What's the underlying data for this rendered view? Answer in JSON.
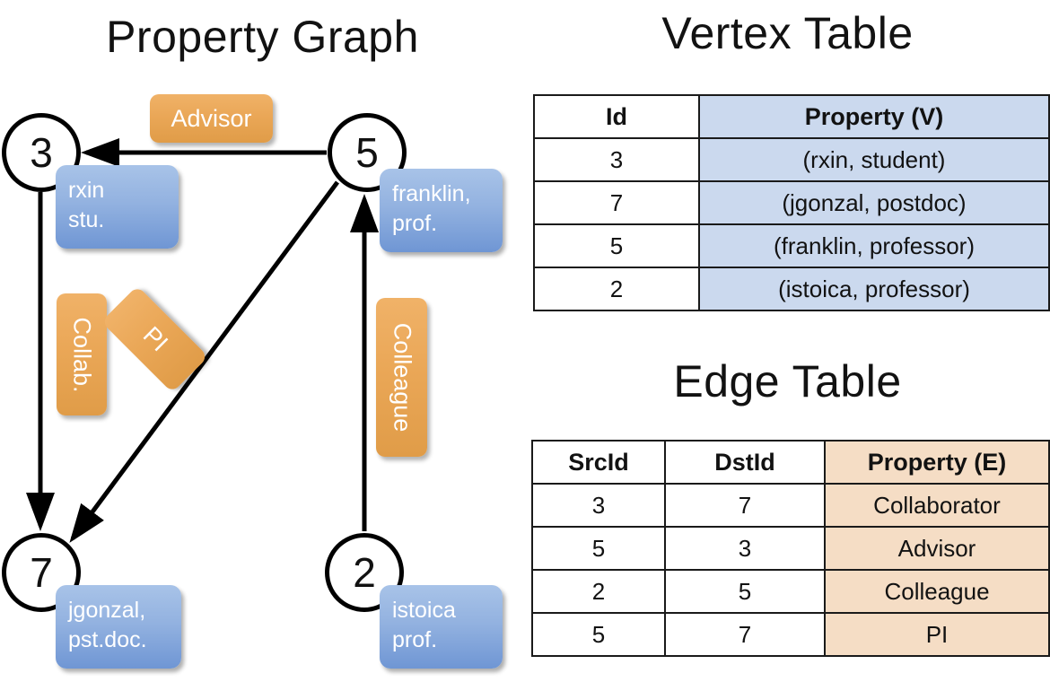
{
  "graph": {
    "title": "Property Graph",
    "nodes": [
      {
        "id": "3",
        "property": "rxin\nstu."
      },
      {
        "id": "5",
        "property": "franklin,\nprof."
      },
      {
        "id": "7",
        "property": "jgonzal,\npst.doc."
      },
      {
        "id": "2",
        "property": "istoica\nprof."
      }
    ],
    "node_labels": {
      "n3": "3",
      "n5": "5",
      "n7": "7",
      "n2": "2"
    },
    "vertex_props": {
      "rxin_line1": "rxin",
      "rxin_line2": "stu.",
      "franklin_line1": "franklin,",
      "franklin_line2": "prof.",
      "jgonzal_line1": "jgonzal,",
      "jgonzal_line2": "pst.doc.",
      "istoica_line1": "istoica",
      "istoica_line2": "prof."
    },
    "edge_labels": {
      "advisor": "Advisor",
      "collab": "Collab.",
      "colleague": "Colleague",
      "pi": "PI"
    },
    "edges": [
      {
        "src": "5",
        "dst": "3",
        "label": "Advisor"
      },
      {
        "src": "3",
        "dst": "7",
        "label": "Collab."
      },
      {
        "src": "5",
        "dst": "7",
        "label": "PI"
      },
      {
        "src": "2",
        "dst": "5",
        "label": "Colleague"
      }
    ],
    "colors": {
      "vertex_box": "#8bafdc",
      "edge_box": "#e8a557",
      "node_stroke": "#000000"
    }
  },
  "vertex_table": {
    "title": "Vertex Table",
    "headers": [
      "Id",
      "Property (V)"
    ],
    "rows": [
      {
        "id": "3",
        "property": "(rxin, student)"
      },
      {
        "id": "7",
        "property": "(jgonzal, postdoc)"
      },
      {
        "id": "5",
        "property": "(franklin, professor)"
      },
      {
        "id": "2",
        "property": "(istoica, professor)"
      }
    ],
    "prop_fill": "#cbd9ee"
  },
  "edge_table": {
    "title": "Edge Table",
    "headers": [
      "SrcId",
      "DstId",
      "Property (E)"
    ],
    "rows": [
      {
        "src": "3",
        "dst": "7",
        "property": "Collaborator"
      },
      {
        "src": "5",
        "dst": "3",
        "property": "Advisor"
      },
      {
        "src": "2",
        "dst": "5",
        "property": "Colleague"
      },
      {
        "src": "5",
        "dst": "7",
        "property": "PI"
      }
    ],
    "prop_fill": "#f5ddc5"
  }
}
